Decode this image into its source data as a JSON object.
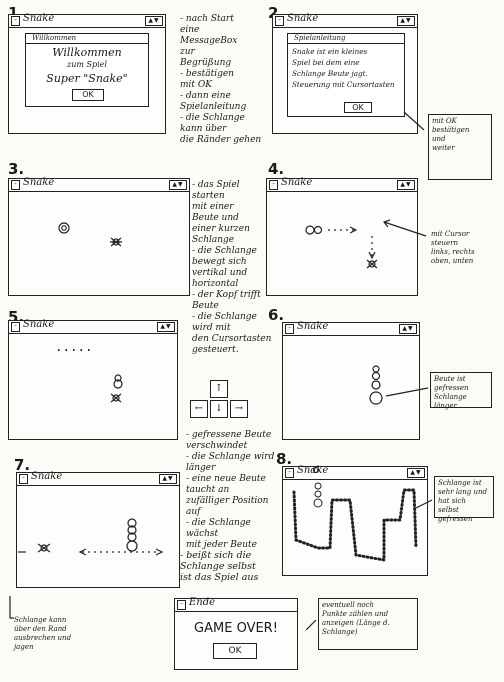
{
  "panels": [
    {
      "num": "1.",
      "title": "Snake"
    },
    {
      "num": "2.",
      "title": "Snake"
    },
    {
      "num": "3.",
      "title": "Snake"
    },
    {
      "num": "4.",
      "title": "Snake"
    },
    {
      "num": "5.",
      "title": "Snake"
    },
    {
      "num": "6.",
      "title": "Snake"
    },
    {
      "num": "7.",
      "title": "Snake"
    },
    {
      "num": "8.",
      "title": "Snake"
    }
  ],
  "panel1": {
    "dialog_title": "Willkommen",
    "line1": "Willkommen",
    "line2": "zum Spiel",
    "line3": "Super \"Snake\"",
    "ok": "OK"
  },
  "panel2": {
    "dialog_title": "Spielanleitung",
    "text": "Snake ist ein kleines\nSpiel bei dem eine\nSchlange Beute jagt.\nSteuerung mit Cursortasten",
    "ok": "OK"
  },
  "final": {
    "title": "Ende",
    "text": "GAME OVER!",
    "ok": "OK"
  },
  "notes": {
    "n1": "- nach Start\n  eine\n  MessageBox\n  zur\n  Begrüßung\n- bestätigen\n  mit OK\n- dann eine\n  Spielanleitung\n- die Schlange\n  kann über\n  die Ränder gehen",
    "n2": "- das Spiel\n  starten\n  mit einer\n  Beute und\n  einer kurzen\n  Schlange\n- die Schlange\n  bewegt sich\n  vertikal und\n  horizontal\n- der Kopf trifft Beute\n- die Schlange\n  wird mit\n  den Cursortasten\n  gesteuert.",
    "n3": "- gefressene Beute\n  verschwindet\n- die Schlange wird\n  länger\n- eine neue Beute\n  taucht an\n  zufälliger Position\n  auf\n- die Schlange wächst\n  mit jeder Beute",
    "n4": "- beißt sich die\n  Schlange selbst\n  ist das Spiel aus"
  },
  "boxes": {
    "b2": "mit OK\nbestätigen\nund\nweiter",
    "b4": "mit Cursor\nsteuern\nlinks, rechts\noben, unten",
    "b6": "Beute ist\ngefressen\nSchlange länger",
    "b7": "Schlange kann\nüber den Rand\nausbrechen und\njagen",
    "b8": "Schlange ist\nsehr lang und\nhat sich\nselbst gefressen",
    "b9": "eventuell noch\nPunkte zählen und\nanzeigen (Länge d.\nSchlange)"
  }
}
